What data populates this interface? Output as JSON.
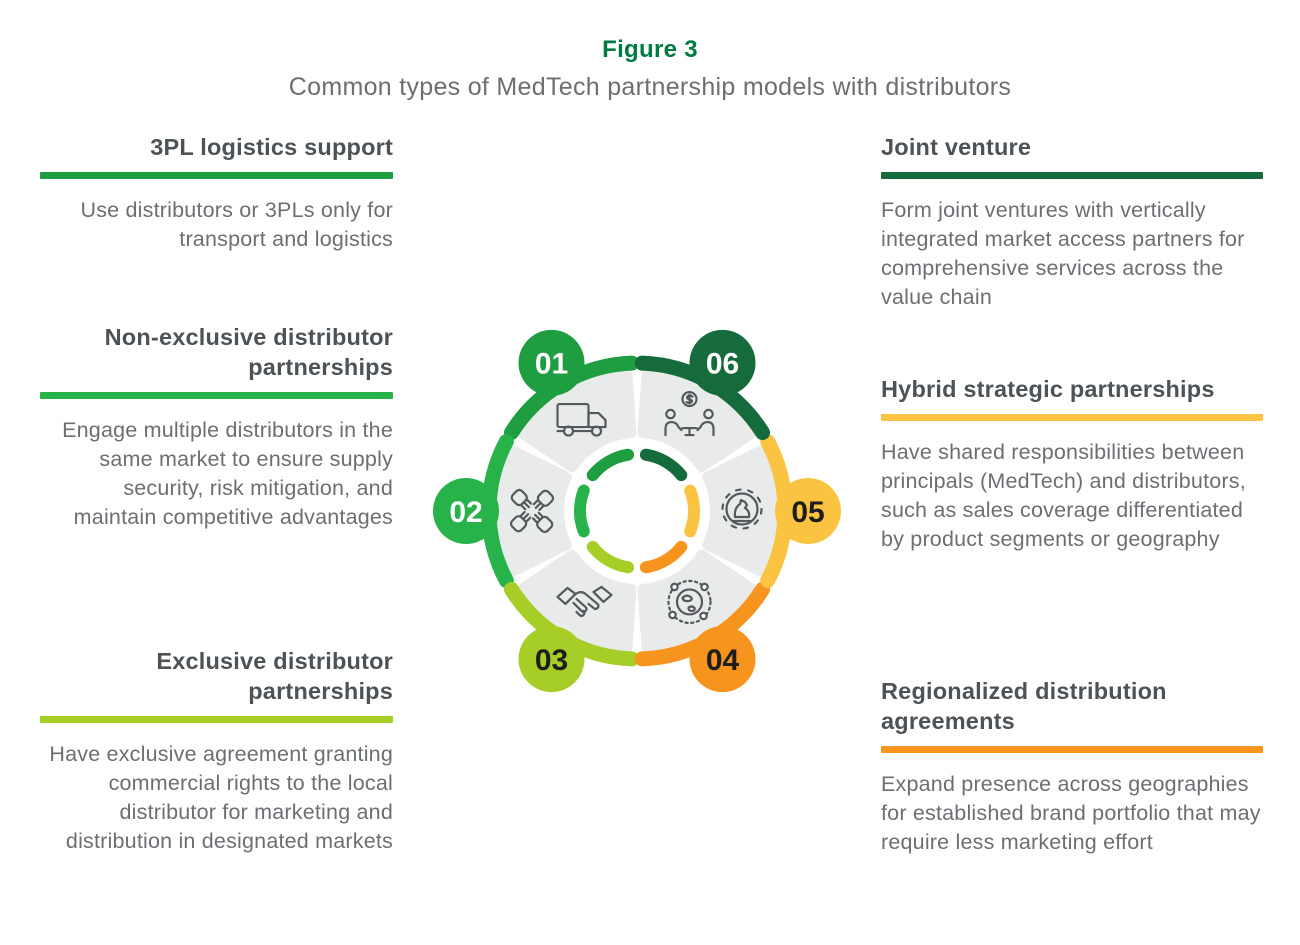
{
  "figure": {
    "label": "Figure 3",
    "subtitle": "Common types of MedTech partnership models with distributors"
  },
  "left_column": {
    "blocks": [
      {
        "title": "3PL logistics support",
        "accent": "#1e9e41",
        "body": "Use distributors or 3PLs only for transport and logistics"
      },
      {
        "title": "Non-exclusive distributor partnerships",
        "accent": "#27b34a",
        "body": "Engage multiple distributors in the same market to ensure supply security, risk mitigation, and maintain competitive advantages"
      },
      {
        "title": "Exclusive distributor partnerships",
        "accent": "#a6ce27",
        "body": "Have exclusive agreement granting commercial rights to the local distributor for marketing and distribution in designated markets"
      }
    ]
  },
  "right_column": {
    "blocks": [
      {
        "title": "Joint venture",
        "accent": "#156b3c",
        "body": "Form joint ventures with vertically integrated market access partners for comprehensive services across the value chain"
      },
      {
        "title": "Hybrid strategic partnerships",
        "accent": "#fbc342",
        "body": "Have shared responsibilities between principals (MedTech) and distributors, such as sales coverage differentiated by product segments or geography"
      },
      {
        "title": "Regionalized distribution agreements",
        "accent": "#f7941d",
        "body": "Expand presence across geographies for established brand portfolio that may require less marketing effort"
      }
    ]
  },
  "wheel": {
    "segments": [
      {
        "number": "01",
        "mid_angle": 120,
        "color": "#1e9e41",
        "number_color": "#ffffff",
        "icon": "truck-icon"
      },
      {
        "number": "02",
        "mid_angle": 180,
        "color": "#27b34a",
        "number_color": "#ffffff",
        "icon": "teamwork-icon"
      },
      {
        "number": "03",
        "mid_angle": 240,
        "color": "#a6ce27",
        "number_color": "#1d1d1b",
        "icon": "handshake-icon"
      },
      {
        "number": "04",
        "mid_angle": 300,
        "color": "#f7941d",
        "number_color": "#1d1d1b",
        "icon": "globe-network-icon"
      },
      {
        "number": "05",
        "mid_angle": 0,
        "color": "#fbc342",
        "number_color": "#1d1d1b",
        "icon": "strategy-icon"
      },
      {
        "number": "06",
        "mid_angle": 60,
        "color": "#156b3c",
        "number_color": "#ffffff",
        "icon": "negotiation-icon"
      }
    ]
  },
  "colors": {
    "title_green": "#007a43",
    "heading_gray": "#4d5257",
    "body_gray": "#6b6f73",
    "wedge_gray": "#e9ebea",
    "icon_stroke": "#55585c"
  }
}
